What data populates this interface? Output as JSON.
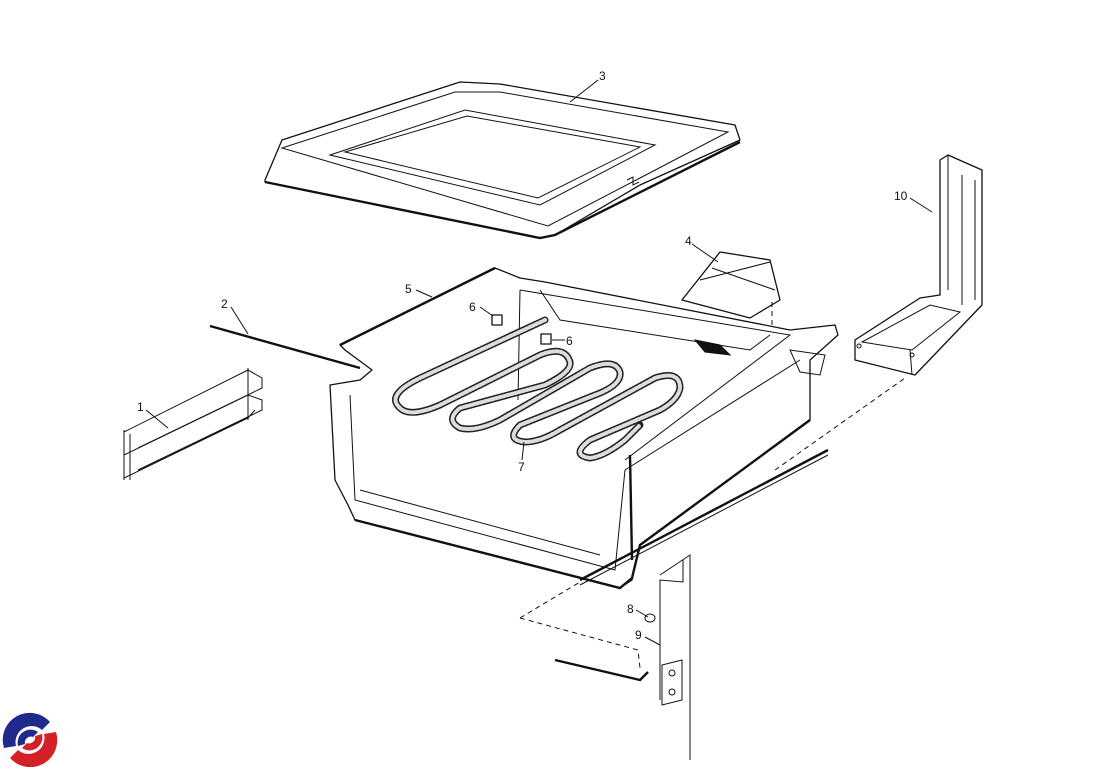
{
  "diagram": {
    "callouts": [
      {
        "id": "1",
        "label": "1"
      },
      {
        "id": "2",
        "label": "2"
      },
      {
        "id": "3",
        "label": "3"
      },
      {
        "id": "4",
        "label": "4"
      },
      {
        "id": "5",
        "label": "5"
      },
      {
        "id": "6a",
        "label": "6"
      },
      {
        "id": "6b",
        "label": "6"
      },
      {
        "id": "7",
        "label": "7"
      },
      {
        "id": "8",
        "label": "8"
      },
      {
        "id": "9",
        "label": "9"
      },
      {
        "id": "10",
        "label": "10"
      }
    ]
  },
  "logo": {
    "name": "brand-logo",
    "colors": {
      "blue": "#1f2a8a",
      "red": "#d42027"
    }
  }
}
